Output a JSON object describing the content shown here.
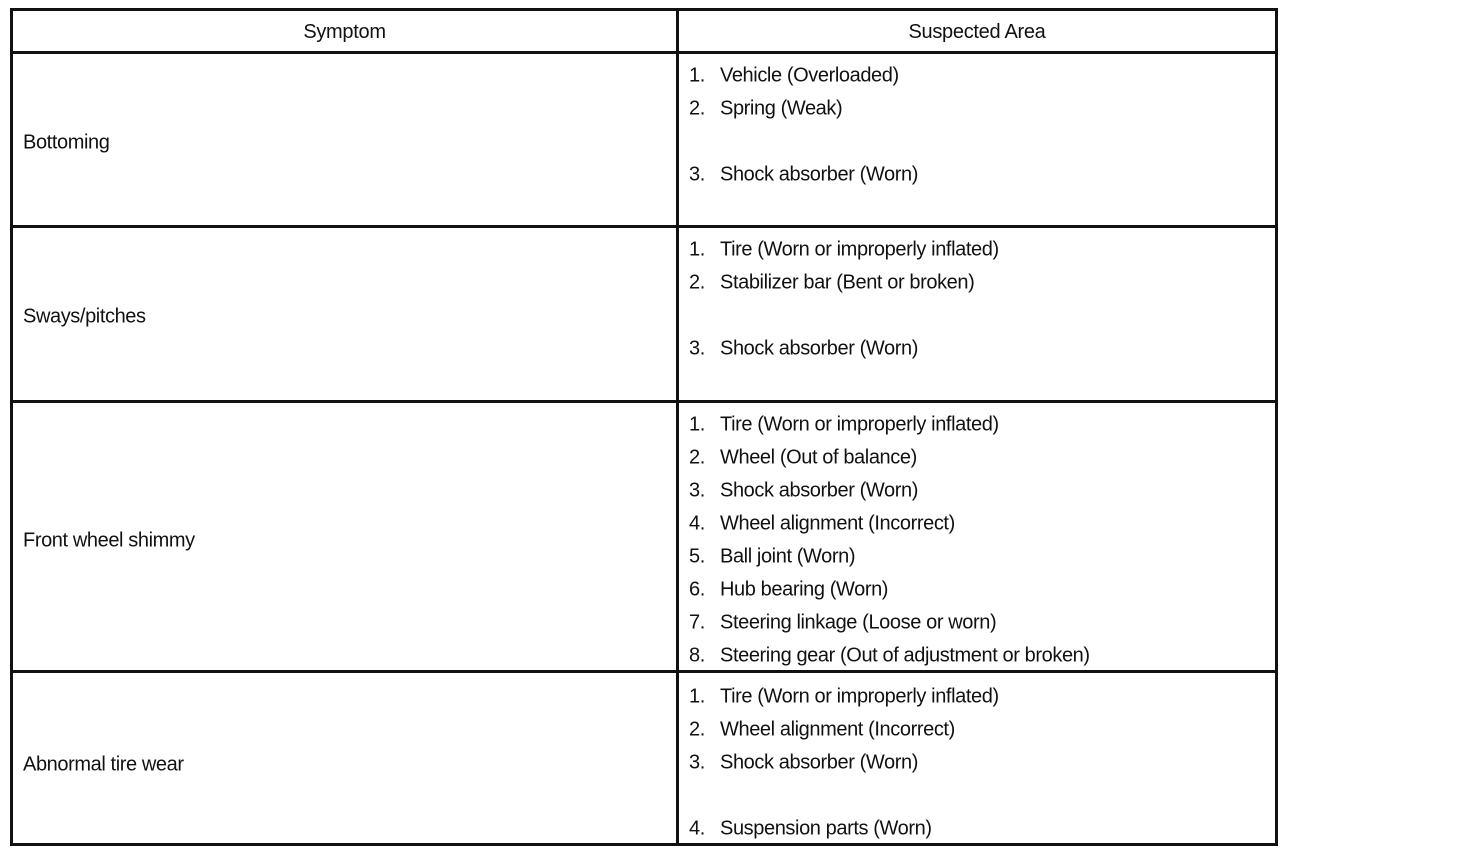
{
  "header": {
    "symptom": "Symptom",
    "suspected_area": "Suspected Area"
  },
  "rows": [
    {
      "symptom": "Bottoming",
      "areas": [
        {
          "num": "1.",
          "text": "Vehicle (Overloaded)"
        },
        {
          "num": "2.",
          "text": "Spring (Weak)"
        },
        {
          "num": "3.",
          "text": "Shock absorber (Worn)"
        }
      ]
    },
    {
      "symptom": "Sways/pitches",
      "areas": [
        {
          "num": "1.",
          "text": "Tire (Worn or improperly inflated)"
        },
        {
          "num": "2.",
          "text": "Stabilizer bar (Bent or broken)"
        },
        {
          "num": "3.",
          "text": "Shock absorber (Worn)"
        }
      ]
    },
    {
      "symptom": "Front wheel shimmy",
      "areas": [
        {
          "num": "1.",
          "text": "Tire (Worn or improperly inflated)"
        },
        {
          "num": "2.",
          "text": "Wheel (Out of balance)"
        },
        {
          "num": "3.",
          "text": "Shock absorber (Worn)"
        },
        {
          "num": "4.",
          "text": "Wheel alignment (Incorrect)"
        },
        {
          "num": "5.",
          "text": "Ball joint (Worn)"
        },
        {
          "num": "6.",
          "text": "Hub bearing (Worn)"
        },
        {
          "num": "7.",
          "text": "Steering linkage (Loose or worn)"
        },
        {
          "num": "8.",
          "text": "Steering gear (Out of adjustment or broken)"
        }
      ]
    },
    {
      "symptom": "Abnormal tire wear",
      "areas": [
        {
          "num": "1.",
          "text": "Tire (Worn or improperly inflated)"
        },
        {
          "num": "2.",
          "text": "Wheel alignment (Incorrect)"
        },
        {
          "num": "3.",
          "text": "Shock absorber (Worn)"
        },
        {
          "num": "4.",
          "text": "Suspension parts (Worn)"
        }
      ]
    }
  ]
}
